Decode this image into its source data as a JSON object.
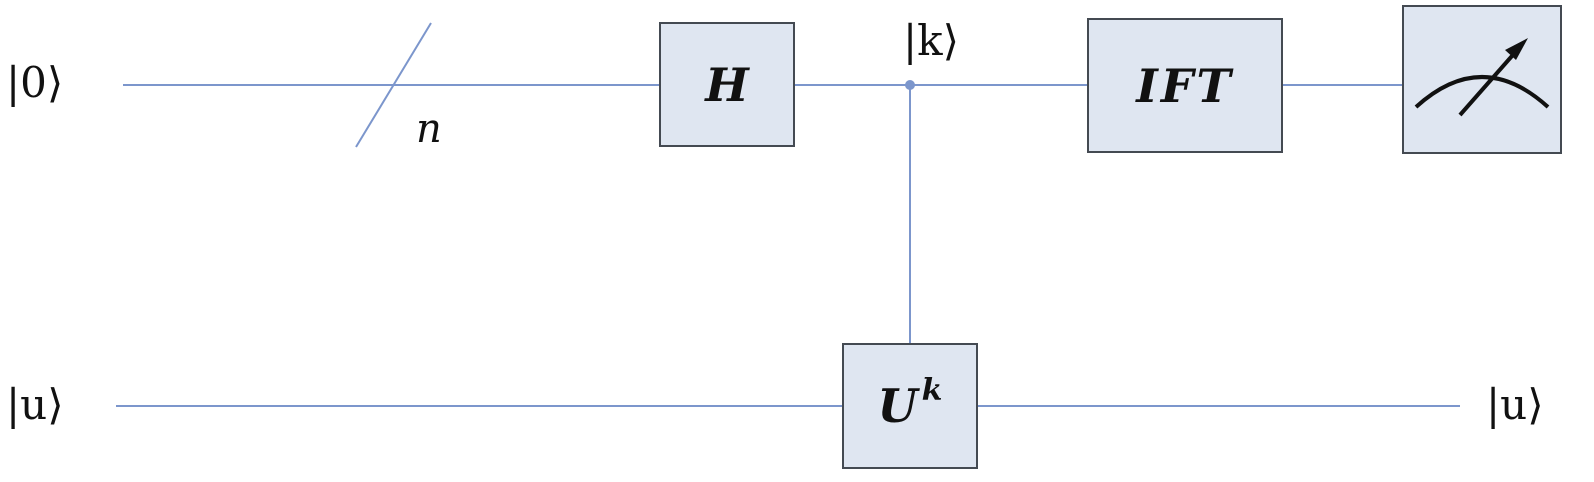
{
  "colors": {
    "wire": "#7c96cc",
    "gate_fill": "#dfe6f1",
    "gate_border": "#444a52",
    "text": "#111111"
  },
  "inputs": {
    "top": "|0⟩",
    "bottom": "|u⟩"
  },
  "outputs": {
    "bottom": "|u⟩"
  },
  "bus": {
    "label": "n"
  },
  "control": {
    "label": "|k⟩"
  },
  "gates": {
    "hadamard": "H",
    "unitary_base": "U",
    "unitary_power": "k",
    "inverse_ft": "IFT"
  },
  "meter": {
    "icon": "measurement-meter-icon"
  }
}
